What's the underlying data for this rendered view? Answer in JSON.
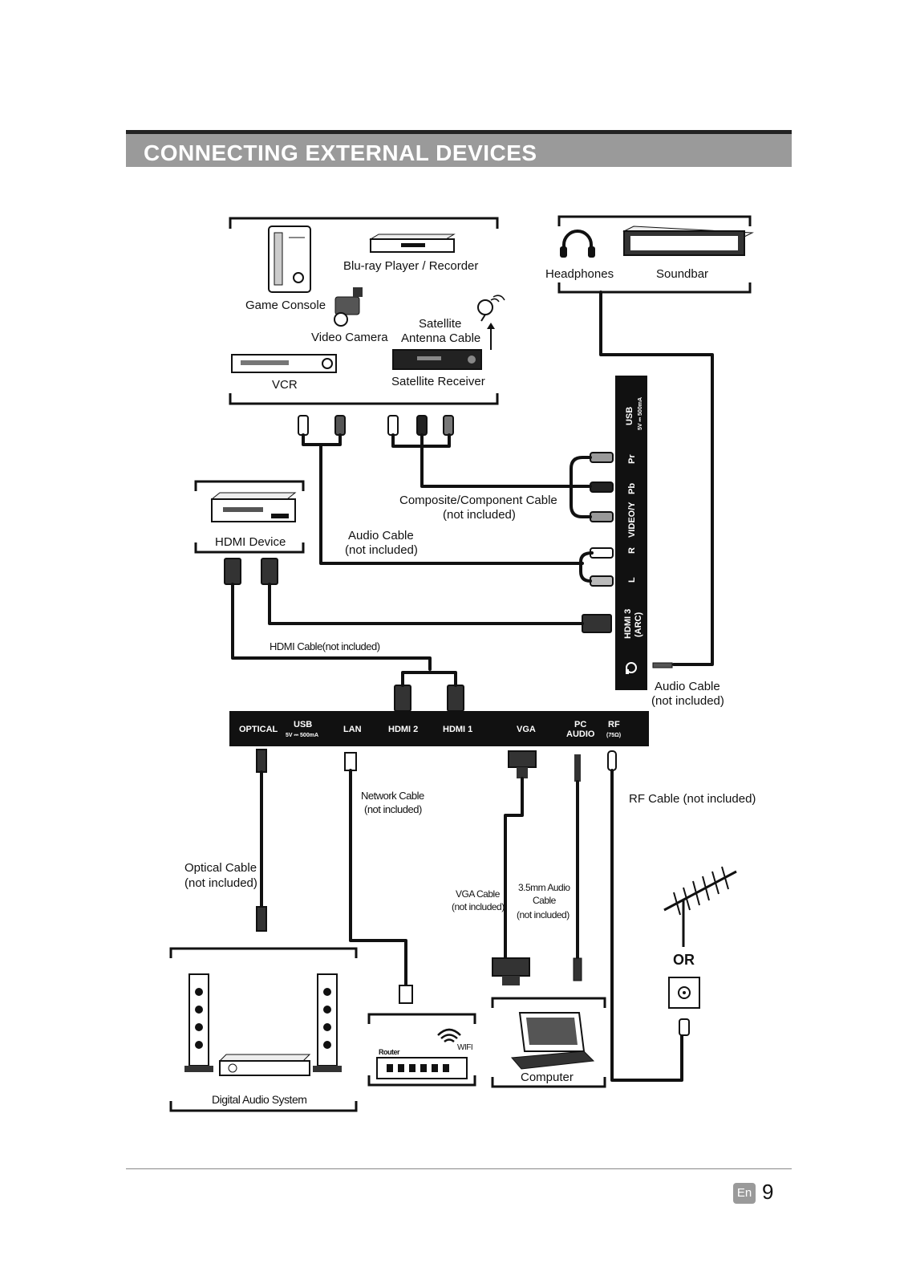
{
  "header": {
    "title": "CONNECTING EXTERNAL DEVICES"
  },
  "devices": {
    "blu_ray": "Blu-ray Player / Recorder",
    "game_console": "Game Console",
    "video_camera": "Video Camera",
    "satellite_antenna_l1": "Satellite",
    "satellite_antenna_l2": "Antenna Cable",
    "vcr": "VCR",
    "satellite_receiver": "Satellite Receiver",
    "headphones": "Headphones",
    "soundbar": "Soundbar",
    "hdmi_device": "HDMI Device",
    "digital_audio_system": "Digital Audio System",
    "router": "Router",
    "wifi": "WIFI",
    "computer": "Computer",
    "or": "OR"
  },
  "cables": {
    "composite_l1": "Composite/Component Cable",
    "composite_l2": "(not included)",
    "audio_l1": "Audio Cable",
    "audio_l2": "(not included)",
    "hdmi": "HDMI Cable(not included)",
    "audio_right_l1": "Audio Cable",
    "audio_right_l2": "(not included)",
    "network_l1": "Network Cable",
    "network_l2": "(not included)",
    "optical_l1": "Optical Cable",
    "optical_l2": "(not included)",
    "vga_l1": "VGA Cable",
    "vga_l2": "(not included)",
    "audio35_l1": "3.5mm Audio",
    "audio35_l2": "Cable",
    "audio35_l3": "(not included)",
    "rf": "RF Cable (not included)"
  },
  "bottom_ports": {
    "optical": "OPTICAL",
    "usb": "USB",
    "usb_sub": "5V ⎓ 500mA",
    "lan": "LAN",
    "hdmi2": "HDMI 2",
    "hdmi1": "HDMI 1",
    "vga": "VGA",
    "pc": "PC",
    "audio": "AUDIO",
    "rf": "RF",
    "rf_sub": "(75Ω)"
  },
  "side_ports": {
    "usb": "USB",
    "usb_sub": "5V ⎓ 500mA",
    "pr": "Pr",
    "pb": "Pb",
    "video_y": "VIDEO/Y",
    "r": "R",
    "l": "L",
    "hdmi3": "HDMI 3",
    "arc": "(ARC)"
  },
  "footer": {
    "lang": "En",
    "page": "9"
  }
}
